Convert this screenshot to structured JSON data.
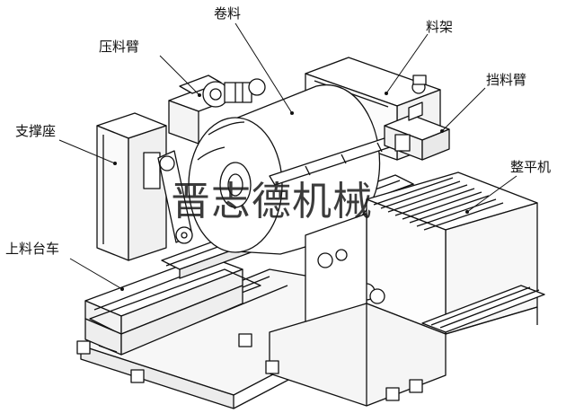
{
  "labels": {
    "coil": "卷料",
    "press_arm": "压料臂",
    "material_rack": "料架",
    "retaining_arm": "挡料臂",
    "support_base": "支撑座",
    "straightener": "整平机",
    "loading_cart": "上料台车"
  },
  "watermark": "晋志德机械"
}
